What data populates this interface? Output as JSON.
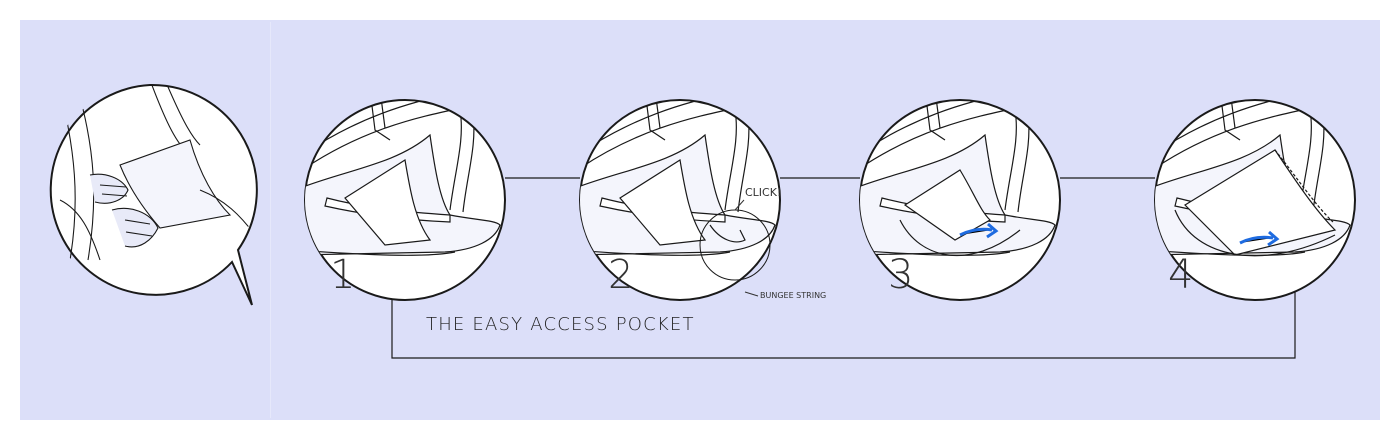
{
  "title": "THE EASY ACCESS POCKET",
  "steps": [
    {
      "number": "1"
    },
    {
      "number": "2"
    },
    {
      "number": "3"
    },
    {
      "number": "4"
    }
  ],
  "annotations": {
    "click": "CLICK!",
    "bungee": "BUNGEE STRING"
  },
  "colors": {
    "background_panel": "#dcdff9",
    "line": "#1a1a1a",
    "arrow": "#1e6be0",
    "fill_light": "#f4f5fc"
  }
}
